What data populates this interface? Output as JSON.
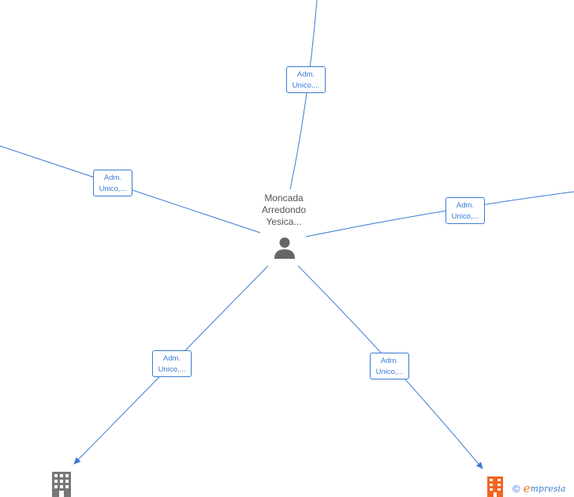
{
  "center_node": {
    "name_lines": [
      "Moncada",
      "Arredondo",
      "Yesica..."
    ],
    "icon": "person-icon",
    "icon_color": "#666666"
  },
  "edges": [
    {
      "id": "top",
      "label_lines": [
        "Adm.",
        "Unico,..."
      ]
    },
    {
      "id": "left",
      "label_lines": [
        "Adm.",
        "Unico,..."
      ]
    },
    {
      "id": "right",
      "label_lines": [
        "Adm.",
        "Unico,..."
      ]
    },
    {
      "id": "bottom-left",
      "label_lines": [
        "Adm.",
        "Unico,..."
      ]
    },
    {
      "id": "bottom-right",
      "label_lines": [
        "Adm.",
        "Unico,..."
      ]
    }
  ],
  "nodes": [
    {
      "id": "company-grey",
      "icon": "building-icon",
      "color": "#777777"
    },
    {
      "id": "company-orange",
      "icon": "building-icon",
      "color": "#f26522"
    }
  ],
  "brand": {
    "copyright": "©",
    "initial": "e",
    "name": "mpresia"
  },
  "colors": {
    "edge": "#3a7bd5"
  }
}
